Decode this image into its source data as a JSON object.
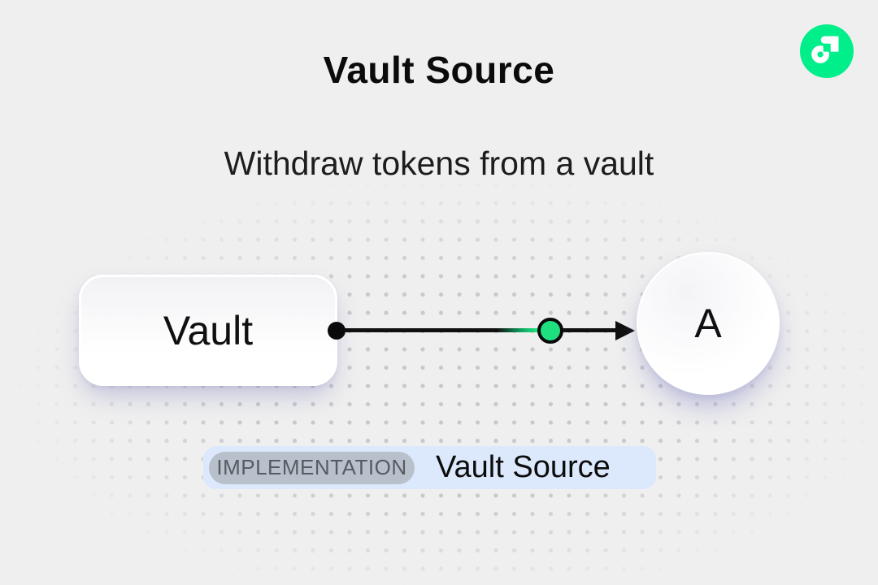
{
  "header": {
    "title": "Vault Source",
    "subtitle": "Withdraw tokens from a vault",
    "logo_icon": "flow-logo"
  },
  "diagram": {
    "source_node": {
      "label": "Vault"
    },
    "target_node": {
      "label": "A"
    },
    "connector": {
      "start_marker": "black-dot",
      "mid_marker": "green-dot",
      "end_marker": "arrowhead"
    }
  },
  "badge": {
    "tag": "IMPLEMENTATION",
    "label": "Vault Source"
  },
  "colors": {
    "bg": "#EFEFEF",
    "ink": "#0B0B0B",
    "flow-green": "#00EF8B",
    "connector-green": "#1FE07E",
    "badge-bg": "#DCE8FC",
    "pill-bg": "#B8C0CC",
    "pill-text": "#575C63",
    "grid-dot": "#C7C7CC"
  }
}
